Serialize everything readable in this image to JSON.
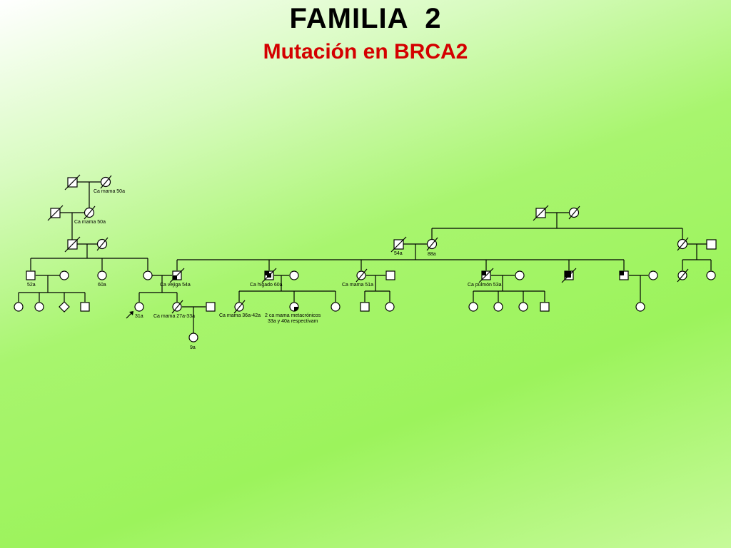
{
  "title": "FAMILIA  2",
  "subtitle": "Mutación en BRCA2",
  "labels": {
    "g1_ca_mama_50a": "Ca mama 50a",
    "g2_ca_mama_50a": "Ca mama 50a",
    "age_54a": "54a",
    "age_88a": "88a",
    "age_52a": "52a",
    "age_60a": "60a",
    "ca_vejiga_54a": "Ca vejiga 54a",
    "ca_higado_60a": "Ca higado 60a",
    "ca_mama_51a": "Ca mama 51a",
    "ca_pulmon_53a": "Ca pulmón 53a",
    "age_31a": "31a",
    "ca_mama_27a_33a": "Ca mama 27a-33a",
    "ca_mama_36a_42a": "Ca mama 36a-42a",
    "metacronicos_1": "2 ca mama metacrónicos",
    "metacronicos_2": "33a y 40a respectivam",
    "age_9a": "9a"
  },
  "colors": {
    "line": "#000000",
    "title": "#000000",
    "subtitle": "#d40000"
  }
}
